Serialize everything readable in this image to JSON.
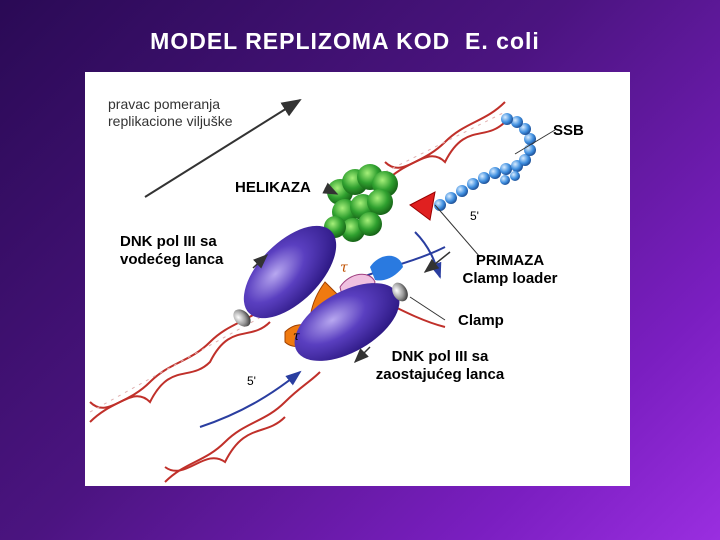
{
  "title": "MODEL REPLIZOMA KOD  E. coli",
  "labels": {
    "direction_line1": "pravac pomeranja",
    "direction_line2": "replikacione viljuške",
    "ssb": "SSB",
    "helicase": "HELIKAZA",
    "pol_leading_line1": "DNK pol III  sa",
    "pol_leading_line2": "vodećeg lanca",
    "primase": "PRIMAZA",
    "clamp_loader": "Clamp loader",
    "clamp": "Clamp",
    "pol_lagging_line1": "DNK pol III  sa",
    "pol_lagging_line2": "zaostajućeg lanca",
    "five_prime_top": "5'",
    "five_prime_bottom": "5'",
    "tau_top": "τ",
    "tau_bottom": "τ"
  },
  "colors": {
    "background_dark": "#2a0a55",
    "background_light": "#9a2ee0",
    "dna_red": "#c0302a",
    "dna_blue": "#2a3ea0",
    "helicase_green": "#2fa02f",
    "polymerase_purple": "#5a3fc0",
    "ssb_blue": "#3f8fe0",
    "primase_red": "#e02020",
    "tau_orange": "#f07a10",
    "clamp_loader_blue": "#2a7ae0"
  }
}
